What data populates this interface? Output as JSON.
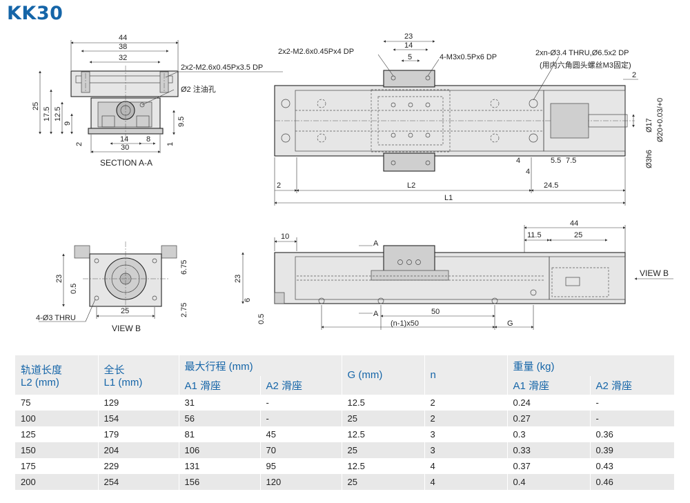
{
  "title": "KK30",
  "section_aa": {
    "caption": "SECTION A-A",
    "dims": [
      "44",
      "38",
      "32",
      "25",
      "17.5",
      "12.5",
      "9",
      "2",
      "14",
      "8",
      "30",
      "1",
      "9.5"
    ],
    "callouts": [
      "2x2-M2.6x0.45Px3.5 DP",
      "Ø2 注油孔"
    ]
  },
  "top_view": {
    "top_dims": [
      "23",
      "14",
      "5"
    ],
    "callouts": [
      "2x2-M2.6x0.45Px4 DP",
      "4-M3x0.5Px6 DP",
      "2xn-Ø3.4 THRU,Ø6.5x2 DP",
      "(用内六角圆头螺丝M3固定)"
    ],
    "right_dims": [
      "2",
      "Ø17",
      "Ø20+0.03/+0",
      "Ø3h6"
    ],
    "bottom_dims": [
      "4",
      "5.5",
      "7.5",
      "4",
      "2",
      "L2",
      "24.5",
      "L1"
    ]
  },
  "view_b": {
    "caption": "VIEW B",
    "dims": [
      "23",
      "0.5",
      "6.75",
      "25",
      "2.75"
    ],
    "callout": "4-Ø3 THRU"
  },
  "side_view": {
    "top_dims": [
      "10",
      "44",
      "11.5",
      "25"
    ],
    "left_dims": [
      "23",
      "6",
      "0.5"
    ],
    "section_marks": [
      "A",
      "A"
    ],
    "bottom_dims": [
      "50",
      "(n-1)x50",
      "G"
    ],
    "view_label": "VIEW B"
  },
  "table": {
    "headers": {
      "rail_length": "轨道长度",
      "rail_length_unit": "L2 (mm)",
      "total_length": "全长",
      "total_length_unit": "L1 (mm)",
      "max_stroke": "最大行程 (mm)",
      "a1_slider": "A1 滑座",
      "a2_slider": "A2 滑座",
      "g": "G (mm)",
      "n": "n",
      "weight": "重量 (kg)",
      "w_a1_slider": "A1 滑座",
      "w_a2_slider": "A2 滑座"
    },
    "rows": [
      [
        "75",
        "129",
        "31",
        "-",
        "12.5",
        "2",
        "0.24",
        "-"
      ],
      [
        "100",
        "154",
        "56",
        "-",
        "25",
        "2",
        "0.27",
        "-"
      ],
      [
        "125",
        "179",
        "81",
        "45",
        "12.5",
        "3",
        "0.3",
        "0.36"
      ],
      [
        "150",
        "204",
        "106",
        "70",
        "25",
        "3",
        "0.33",
        "0.39"
      ],
      [
        "175",
        "229",
        "131",
        "95",
        "12.5",
        "4",
        "0.37",
        "0.43"
      ],
      [
        "200",
        "254",
        "156",
        "120",
        "25",
        "4",
        "0.4",
        "0.46"
      ]
    ]
  }
}
